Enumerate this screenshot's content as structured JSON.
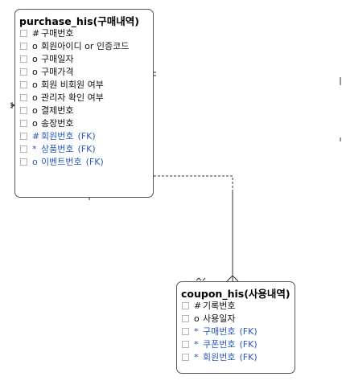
{
  "colors": {
    "entity_border": "#555555",
    "fk_text": "#2a5ab8",
    "text": "#111111"
  },
  "entities": [
    {
      "title": "purchase_his(구매내역)",
      "attributes": [
        {
          "symbol": "#",
          "name": "구매번호",
          "fk": ""
        },
        {
          "symbol": "o",
          "name": "회원아이디 or 인증코드",
          "fk": ""
        },
        {
          "symbol": "o",
          "name": "구매일자",
          "fk": ""
        },
        {
          "symbol": "o",
          "name": "구매가격",
          "fk": ""
        },
        {
          "symbol": "o",
          "name": "회원 비회원 여부",
          "fk": ""
        },
        {
          "symbol": "o",
          "name": "관리자 확인 여부",
          "fk": ""
        },
        {
          "symbol": "o",
          "name": "결제번호",
          "fk": ""
        },
        {
          "symbol": "o",
          "name": "송장번호",
          "fk": ""
        },
        {
          "symbol": "#",
          "name": "회원번호",
          "fk": "(FK)"
        },
        {
          "symbol": "*",
          "name": "상품번호",
          "fk": "(FK)"
        },
        {
          "symbol": "o",
          "name": "이벤트번호",
          "fk": "(FK)"
        }
      ]
    },
    {
      "title": "coupon_his(사용내역)",
      "attributes": [
        {
          "symbol": "#",
          "name": "기록번호",
          "fk": ""
        },
        {
          "symbol": "o",
          "name": "사용일자",
          "fk": ""
        },
        {
          "symbol": "*",
          "name": "구매번호",
          "fk": "(FK)"
        },
        {
          "symbol": "*",
          "name": "쿠폰번호",
          "fk": "(FK)"
        },
        {
          "symbol": "*",
          "name": "회원번호",
          "fk": "(FK)"
        }
      ]
    }
  ]
}
